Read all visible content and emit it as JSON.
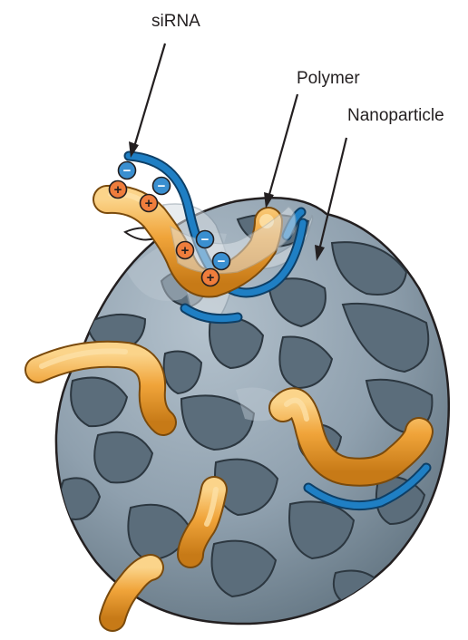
{
  "labels": {
    "sirna": "siRNA",
    "polymer": "Polymer",
    "nanoparticle": "Nanoparticle"
  },
  "charge_symbols": {
    "positive": "+",
    "negative": "−"
  },
  "colors": {
    "sphere_fill": "#8fa0ae",
    "sphere_shade": "#6f8190",
    "pore": "#5b6d7b",
    "polymer": "#f0a43a",
    "polymer_highlight": "#fbd48a",
    "sirna": "#1f7fc4",
    "positive_charge": "#ef7d3c",
    "negative_charge": "#3a8fd0",
    "outline": "#231f20"
  }
}
